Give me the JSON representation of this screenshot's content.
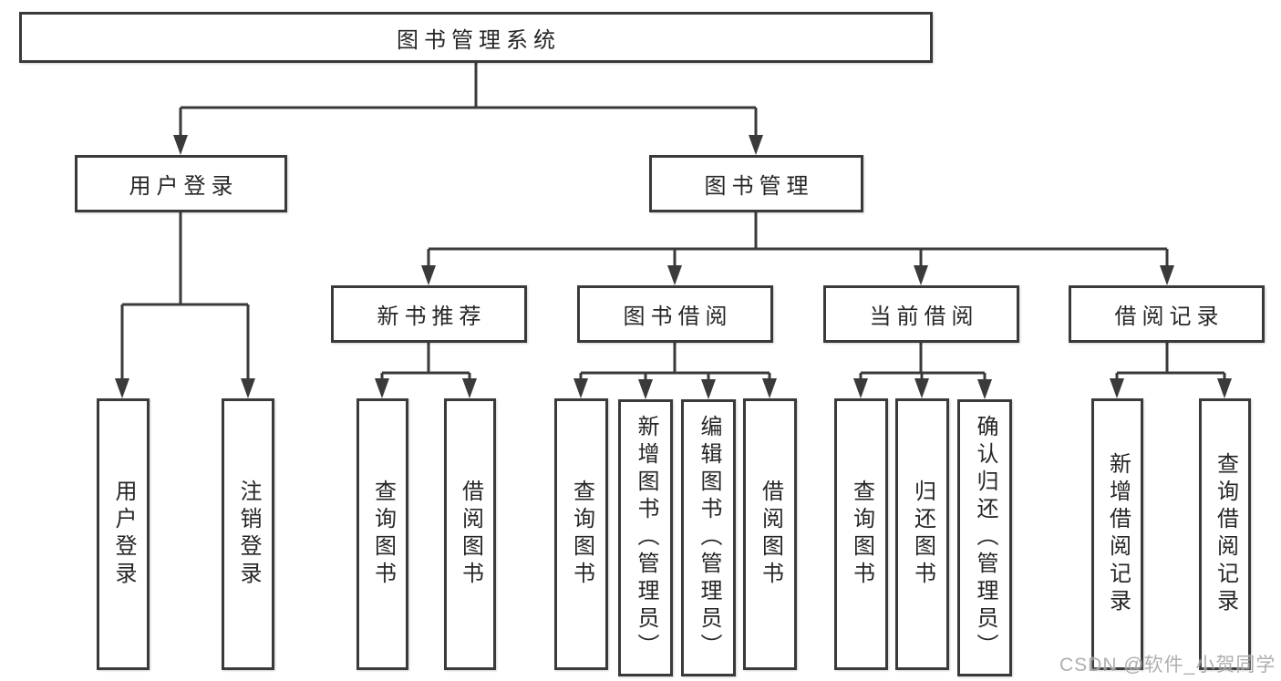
{
  "nodes": {
    "root": {
      "label": "图书管理系统"
    },
    "level2": [
      {
        "label": "用户登录"
      },
      {
        "label": "图书管理"
      }
    ],
    "level3": [
      {
        "label": "新书推荐"
      },
      {
        "label": "图书借阅"
      },
      {
        "label": "当前借阅"
      },
      {
        "label": "借阅记录"
      }
    ],
    "leaves": {
      "user_login": [
        {
          "label": "用户登录"
        },
        {
          "label": "注销登录"
        }
      ],
      "new_book": [
        {
          "label": "查询图书"
        },
        {
          "label": "借阅图书"
        }
      ],
      "book_borrow": [
        {
          "label": "查询图书"
        },
        {
          "label": "新增图书（管理员）"
        },
        {
          "label": "编辑图书（管理员）"
        },
        {
          "label": "借阅图书"
        }
      ],
      "current_borrow": [
        {
          "label": "查询图书"
        },
        {
          "label": "归还图书"
        },
        {
          "label": "确认归还（管理员）"
        }
      ],
      "borrow_record": [
        {
          "label": "新增借阅记录"
        },
        {
          "label": "查询借阅记录"
        }
      ]
    }
  },
  "watermark": "CSDN @软件_小贺同学",
  "colors": {
    "line": "#3a3a3a",
    "box_border": "#3a3a3a",
    "text": "#262626",
    "background": "#ffffff",
    "watermark": "#b5b5b5"
  }
}
